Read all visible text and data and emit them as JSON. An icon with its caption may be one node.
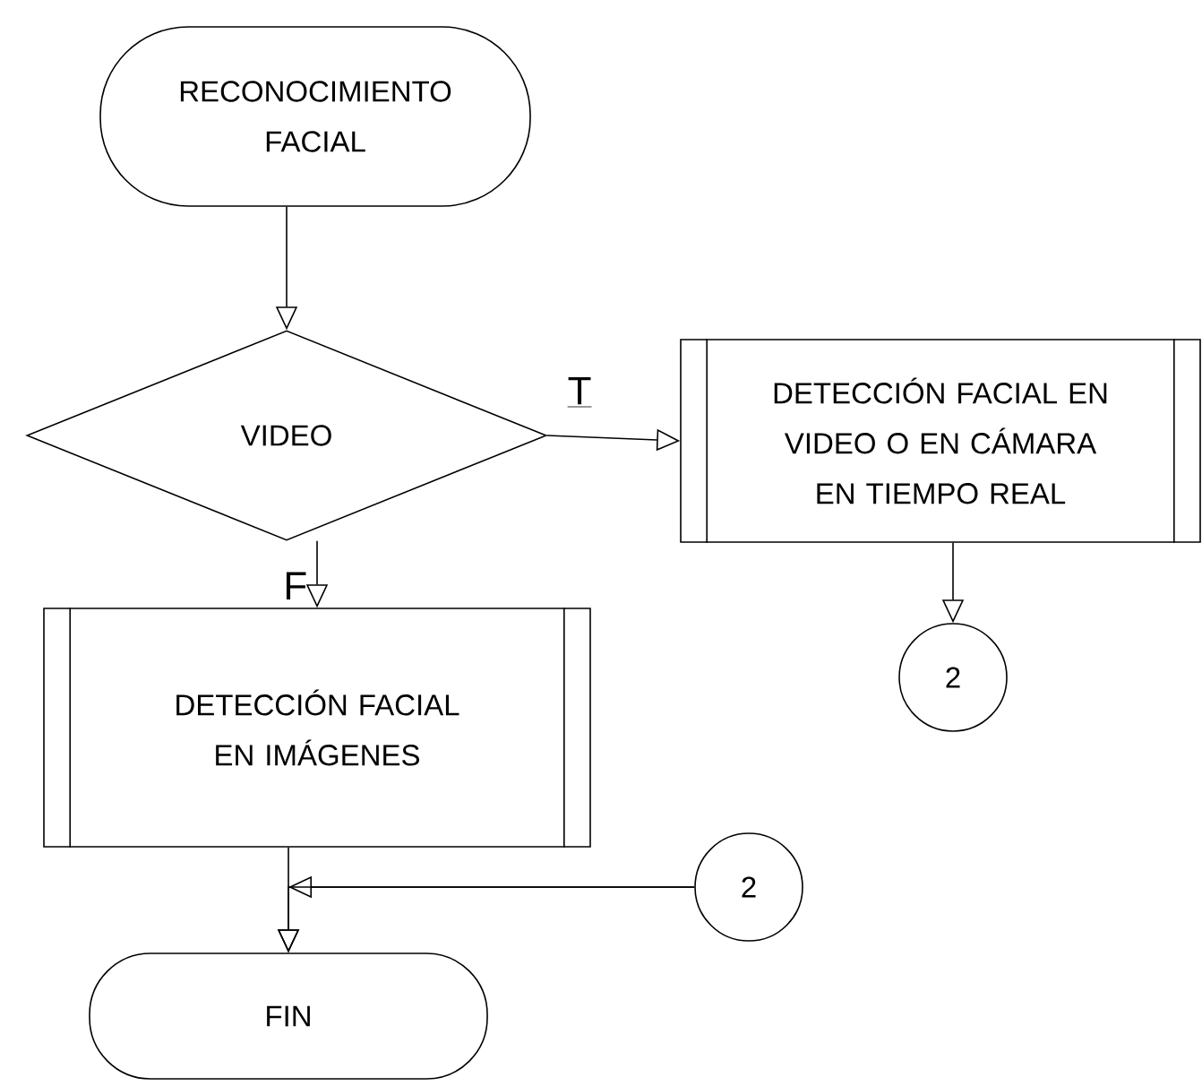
{
  "diagram": {
    "nodes": [
      {
        "text": [
          "RECONOCIMIENTO FACIAL"
        ]
      },
      {
        "text": [
          "VIDEO"
        ]
      },
      {
        "text": [
          "DETECCIÓN FACIAL EN VIDEO O EN CÁMARA EN TIEMPO REAL"
        ]
      },
      {
        "text": [
          "DETECCIÓN FACIAL EN IMÁGENES"
        ]
      },
      {
        "text": [
          "FIN"
        ]
      },
      {
        "text": [
          "2"
        ]
      },
      {
        "text": [
          "2"
        ]
      }
    ],
    "edges": [
      {
        "from": 0,
        "to": 1,
        "arrow": "to"
      },
      {
        "from": 1,
        "to": 2,
        "arrow": "to",
        "label": "T"
      },
      {
        "from": 1,
        "to": 3,
        "arrow": "to",
        "label": "F"
      },
      {
        "from": 2,
        "to": 5,
        "arrow": "to"
      },
      {
        "from": 3,
        "to": 4,
        "arrow": "to"
      },
      {
        "from": 6,
        "to": 4,
        "arrow": "to"
      }
    ]
  }
}
